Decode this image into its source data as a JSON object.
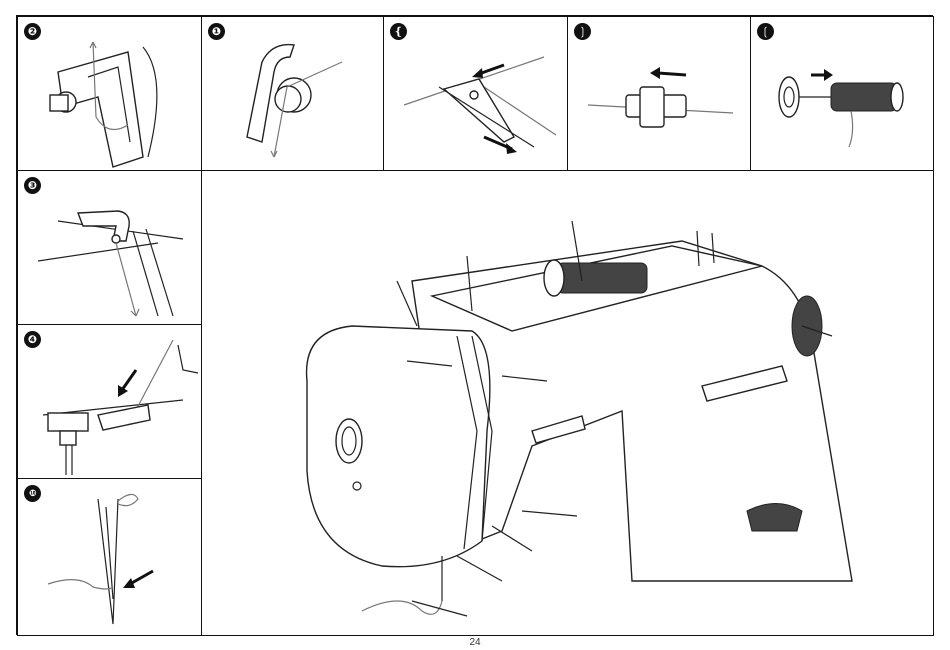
{
  "steps": [
    {
      "badge": "❷",
      "name": "step-7"
    },
    {
      "badge": "❶",
      "name": "step-6"
    },
    {
      "badge": "❴",
      "name": "step-5"
    },
    {
      "badge": "❳",
      "name": "step-4"
    },
    {
      "badge": "❲",
      "name": "step-3"
    },
    {
      "badge": "❸",
      "name": "step-8"
    },
    {
      "badge": "❹",
      "name": "step-9"
    },
    {
      "badge": "❿",
      "name": "step-10"
    }
  ],
  "page_number": "24"
}
